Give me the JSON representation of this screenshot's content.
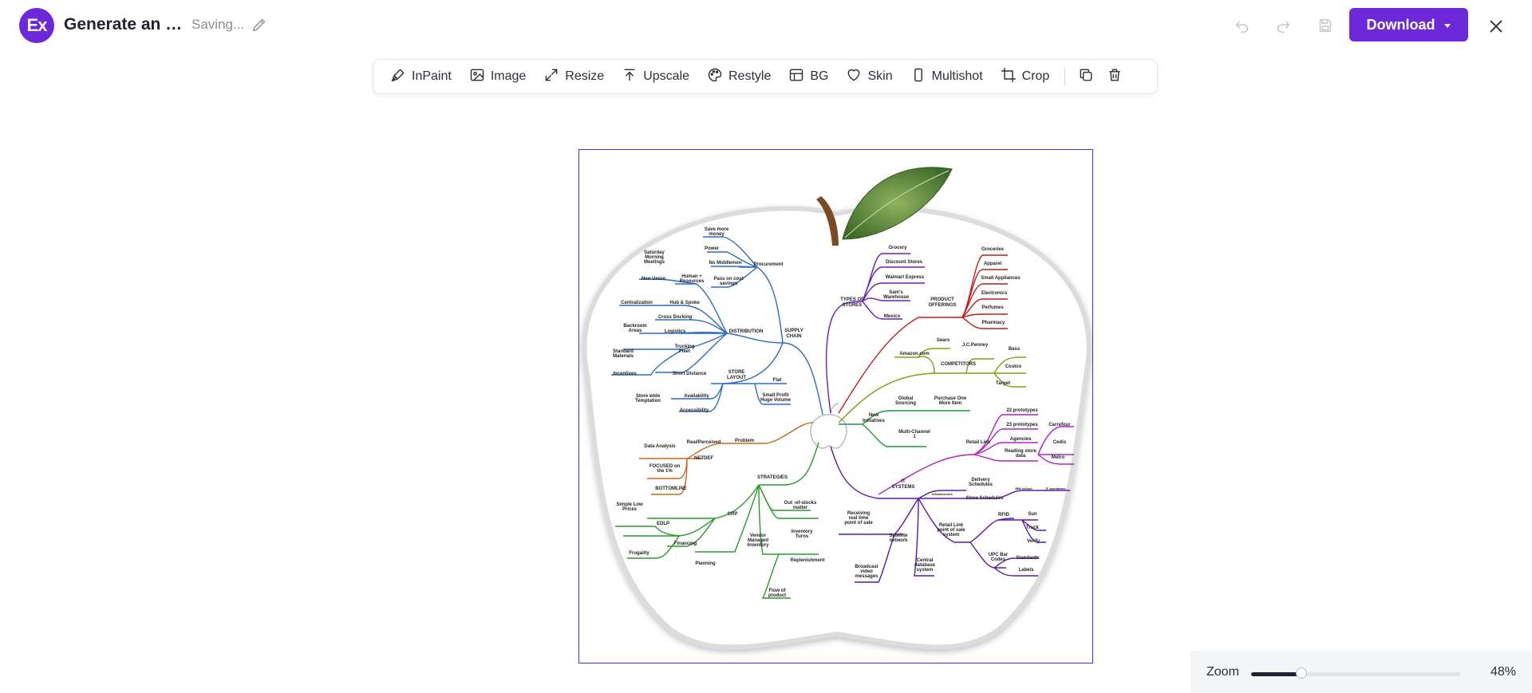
{
  "app": {
    "logo_text": "Ex",
    "doc_title": "Generate an …",
    "status": "Saving...",
    "download_label": "Download",
    "accent_color": "#6d28d9"
  },
  "toolbar": {
    "tools": [
      {
        "label": "InPaint",
        "icon": "inpaint-pen-icon"
      },
      {
        "label": "Image",
        "icon": "image-icon"
      },
      {
        "label": "Resize",
        "icon": "resize-arrows-icon"
      },
      {
        "label": "Upscale",
        "icon": "upscale-arrow-icon"
      },
      {
        "label": "Restyle",
        "icon": "palette-icon"
      },
      {
        "label": "BG",
        "icon": "background-layout-icon"
      },
      {
        "label": "Skin",
        "icon": "heart-icon"
      },
      {
        "label": "Multishot",
        "icon": "phone-icon"
      },
      {
        "label": "Crop",
        "icon": "crop-icon"
      }
    ]
  },
  "zoom": {
    "label": "Zoom",
    "value": "48%",
    "fraction": 0.24
  },
  "canvas": {
    "mindmap": {
      "supply_chain": [
        "SUPPLY",
        "CHAIN"
      ],
      "distribution": "DISTRIBUTION",
      "procurement": "Procurement",
      "store_layout": [
        "STORE",
        "LAYOUT"
      ],
      "problem": "Problem",
      "strategies": "STRATEGIES",
      "types_of_stores": [
        "TYPES OF",
        "STORES"
      ],
      "product_offerings": [
        "PRODUCT",
        "OFFERINGS"
      ],
      "competitors": "COMPETITORS",
      "new_initiatives": [
        "New",
        "Initiatives"
      ],
      "retail_link": "Retail Link",
      "it_systems": [
        "IT",
        "SYSTEMS"
      ],
      "leaves": {
        "save_more_money": [
          "Save more",
          "money"
        ],
        "power": "Power",
        "no_middlemen": "No Middlemen",
        "pass_on_cost_savings": [
          "Pass on cost",
          "savings"
        ],
        "saturday_morning_meetings": [
          "Saturday",
          "Morning",
          "Meetings"
        ],
        "non_union": "Non Union",
        "human_resources": [
          "Human +",
          "Resources"
        ],
        "centralization": "Centralization",
        "hub_spoke": "Hub & Spoke",
        "cross_docking": "Cross Docking",
        "backroom_areas": [
          "Backroom",
          "Areas"
        ],
        "logistics": "Logistics",
        "standard_materials": [
          "Standard",
          "Materials"
        ],
        "trucking_fleet": [
          "Trucking",
          "Fleet"
        ],
        "incentives": "Incentives",
        "short_distance": "Short Distance",
        "flat": "Flat",
        "small_profit_huge_volume": [
          "Small Profit",
          "Huge Volume"
        ],
        "store_wide_temptation": [
          "Store wide",
          "Temptation"
        ],
        "availability": "Availability",
        "accessibility": "Accessibility",
        "real_perceived": "Real/Perceived",
        "data_analysis": "Data Analysis",
        "netdef": "NETDEF",
        "focused_on_1pct": [
          "FOCUSED on",
          "the 1%"
        ],
        "bottomline": "BOTTOMLINE",
        "simple_low_prices": [
          "Simple Low",
          "Prices"
        ],
        "edlp": "EDLP",
        "frugality": "Frugality",
        "financing": "Financing",
        "crp": "CRP",
        "planning": "Planning",
        "vendor_managed_inventory": [
          "Vendor",
          "Managed",
          "Inventory"
        ],
        "out_of_stocks_matter": [
          "Out -of-stocks",
          "matter"
        ],
        "inventory_turns": [
          "Inventory",
          "Turns"
        ],
        "replenishment": "Replenishment",
        "flow_of_product": [
          "Flow of",
          "product"
        ],
        "grocery": "Grocery",
        "discount_stores": "Discount Stores",
        "walmart_express": "Walmart Express",
        "sams_warehouse": [
          "Sam's",
          "Warehouse"
        ],
        "mexico": "Mexico",
        "groceries": "Groceries",
        "apparel": "Apparel",
        "small_appliances": "Small Appliances",
        "electronics": "Electronics",
        "perfumes": "Perfumes",
        "pharmacy": "Pharmacy",
        "sears": "Sears",
        "jc_penney": "J.C.Penney",
        "amazon": "Amazon.com",
        "bass": "Bass",
        "costco": "Costco",
        "target": "Target",
        "global_sourcing": [
          "Global",
          "Sourcing"
        ],
        "purchase_one_more_item": [
          "Purchase One",
          "More Item"
        ],
        "multi_channel": [
          "Multi-Channel",
          "1"
        ],
        "prototypes_22": "22 prototypes",
        "prototypes_23": "23 prototypes",
        "agencies": "Agencies",
        "reading_store_data": [
          "Reading store",
          "data"
        ],
        "carrefour": "Carrefour",
        "cedis": "Cedis",
        "metro": "Metro",
        "delivery_schedules": [
          "Delivery",
          "Schedules"
        ],
        "infrastructure": "Infrastructure",
        "store_schedules": "Store Schedules",
        "ibm_school": "IBM school",
        "it_operations": "IT operations",
        "receiving_real_time_pos": [
          "Receiving",
          "real time",
          "point of sale"
        ],
        "satellite_network": [
          "Satellite",
          "network"
        ],
        "broadcast_video_messages": [
          "Broadcast",
          "video",
          "messages"
        ],
        "retail_link_pos_system": [
          "Retail Link",
          "point of sale",
          "system"
        ],
        "rfid": "RFID",
        "sun": "Sun",
        "truck": "Truck",
        "verify": "Verify",
        "upc_bar_codes": [
          "UPC Bar",
          "Codes"
        ],
        "standards": "Standards",
        "labels": "Labels",
        "central_database_system": [
          "Central",
          "database",
          "system"
        ]
      }
    }
  }
}
